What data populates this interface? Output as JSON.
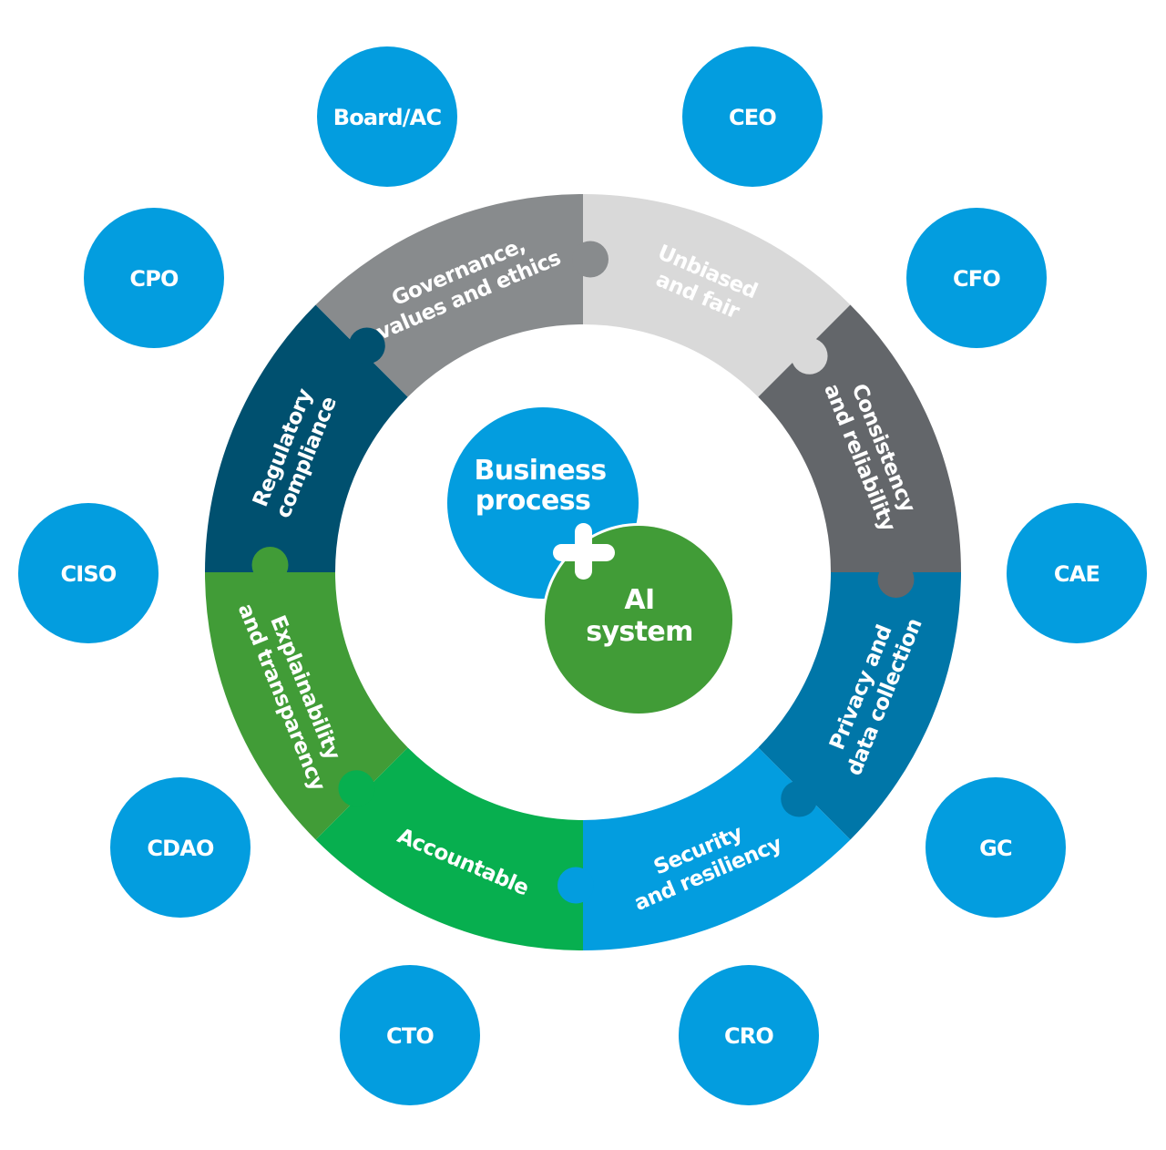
{
  "colors": {
    "role_circle": "#039ddf",
    "business_process": "#039ddf",
    "ai_system": "#419c37",
    "plus_sign": "#ffffff",
    "text": "#ffffff",
    "unbiased_text": "#f2f2f2"
  },
  "roles": [
    {
      "id": "board-ac",
      "label": "Board/AC"
    },
    {
      "id": "ceo",
      "label": "CEO"
    },
    {
      "id": "cpo",
      "label": "CPO"
    },
    {
      "id": "cfo",
      "label": "CFO"
    },
    {
      "id": "ciso",
      "label": "CISO"
    },
    {
      "id": "cae",
      "label": "CAE"
    },
    {
      "id": "cdao",
      "label": "CDAO"
    },
    {
      "id": "gc",
      "label": "GC"
    },
    {
      "id": "cto",
      "label": "CTO"
    },
    {
      "id": "cro",
      "label": "CRO"
    }
  ],
  "ring_segments": [
    {
      "id": "unbiased",
      "lines": [
        "Unbiased",
        "and fair"
      ],
      "color": "#d9d9d9"
    },
    {
      "id": "consistency",
      "lines": [
        "Consistency",
        "and reliability"
      ],
      "color": "#63666a"
    },
    {
      "id": "privacy",
      "lines": [
        "Privacy and",
        "data collection"
      ],
      "color": "#0076a8"
    },
    {
      "id": "security",
      "lines": [
        "Security",
        "and resiliency"
      ],
      "color": "#039ddf"
    },
    {
      "id": "accountable",
      "lines": [
        "Accountable"
      ],
      "color": "#07af4f"
    },
    {
      "id": "explainability",
      "lines": [
        "Explainability",
        "and transparency"
      ],
      "color": "#419c37"
    },
    {
      "id": "regulatory",
      "lines": [
        "Regulatory",
        "compliance"
      ],
      "color": "#00506f"
    },
    {
      "id": "governance",
      "lines": [
        "Governance,",
        "values and ethics"
      ],
      "color": "#888b8d"
    }
  ],
  "center": {
    "business_process": [
      "Business",
      "process"
    ],
    "ai_system": [
      "AI",
      "system"
    ],
    "connector": "+"
  }
}
